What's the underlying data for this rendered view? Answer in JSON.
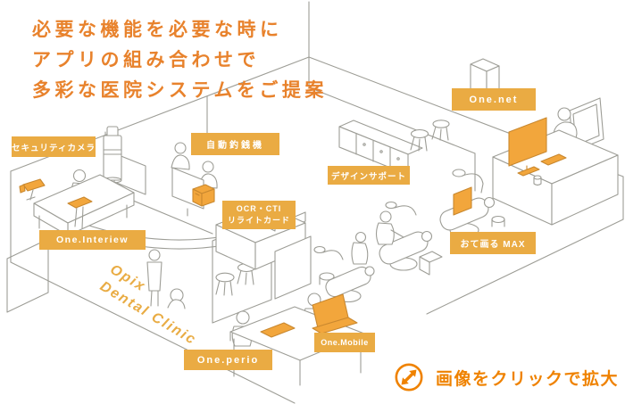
{
  "heading": {
    "lines": [
      "必要な機能を必要な時に",
      "アプリの組み合わせで",
      "多彩な医院システムをご提案"
    ]
  },
  "labels": {
    "security_camera": "セキュリティカメラ",
    "change_machine": "自動釣銭機",
    "one_net": "One.net",
    "design_support": "デザインサポート",
    "ocr_cti_line1": "OCR・CTI",
    "ocr_cti_line2": "リライトカード",
    "one_interview": "One.Interiew",
    "otegaru_max": "おて画る MAX",
    "one_mobile": "One.Mobile",
    "one_perio": "One.perio"
  },
  "wall_text": {
    "line1": "Opix",
    "line2": "Dental Clinic"
  },
  "footer": {
    "zoom_hint": "画像をクリックで拡大",
    "icon": "expand-diagonal-arrows"
  },
  "colors": {
    "label_bg": "#EAAB43",
    "heading_text": "#E8822C",
    "footer_accent": "#EF8200",
    "illustration_accent": "#F2A63C",
    "line_gray": "#9D9D96"
  }
}
